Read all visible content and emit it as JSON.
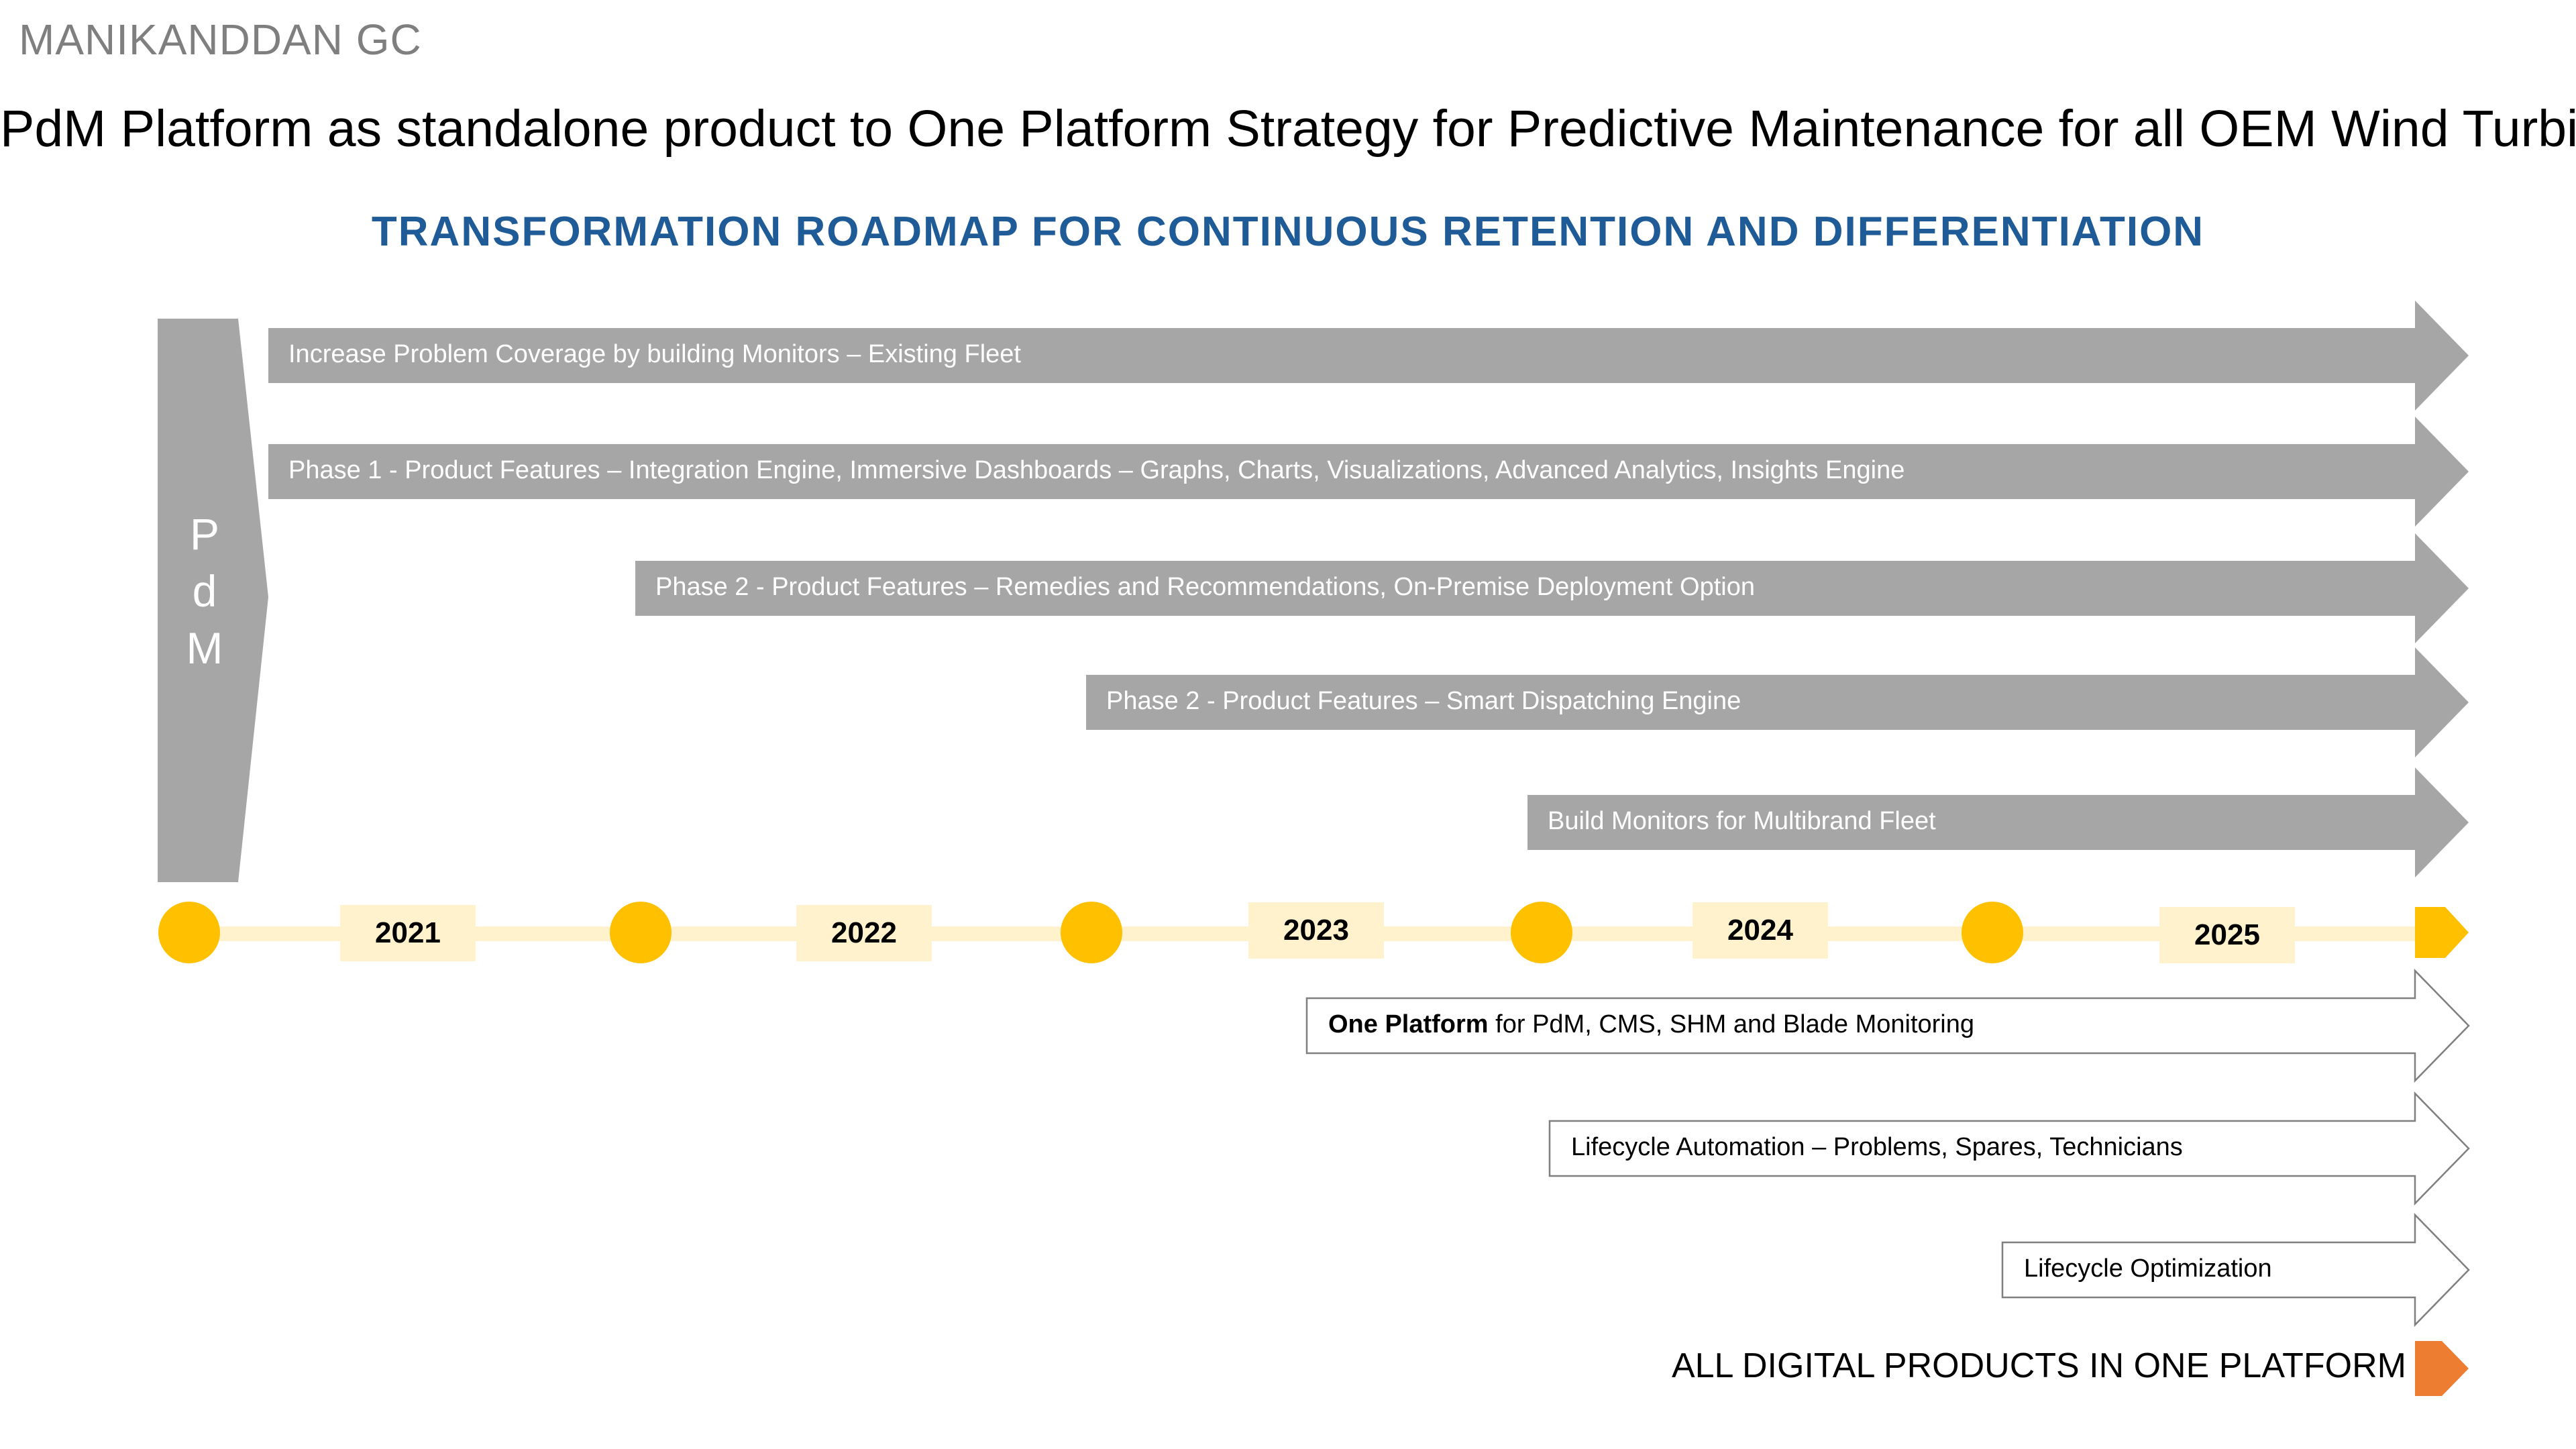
{
  "header": {
    "author": "MANIKANDDAN GC",
    "title": "PdM Platform as standalone product to One Platform Strategy for Predictive Maintenance for all OEM Wind Turbines",
    "subtitle": "TRANSFORMATION ROADMAP FOR CONTINUOUS RETENTION AND DIFFERENTIATION"
  },
  "pdm_block": {
    "letters": [
      "P",
      "d",
      "M"
    ],
    "color": "#a6a6a6"
  },
  "upper_arrows": [
    {
      "label": "Increase Problem Coverage by building Monitors – Existing Fleet"
    },
    {
      "label": "Phase 1 - Product Features – Integration Engine, Immersive Dashboards – Graphs, Charts, Visualizations, Advanced Analytics, Insights Engine"
    },
    {
      "label": "Phase 2 - Product Features – Remedies and Recommendations, On-Premise Deployment Option"
    },
    {
      "label": "Phase 2 - Product Features – Smart Dispatching Engine"
    },
    {
      "label": "Build Monitors for Multibrand Fleet"
    }
  ],
  "timeline": {
    "years": [
      "2021",
      "2022",
      "2023",
      "2024",
      "2025"
    ],
    "milestone_color": "#ffc000",
    "line_color": "#fff2cc"
  },
  "lower_arrows": [
    {
      "bold": "One Platform",
      "label": " for PdM, CMS, SHM and Blade Monitoring"
    },
    {
      "bold": "",
      "label": "Lifecycle Automation – Problems, Spares, Technicians"
    },
    {
      "bold": "",
      "label": "Lifecycle Optimization"
    }
  ],
  "footer": {
    "label": "ALL DIGITAL PRODUCTS IN ONE PLATFORM",
    "accent": "#ed7d31"
  }
}
